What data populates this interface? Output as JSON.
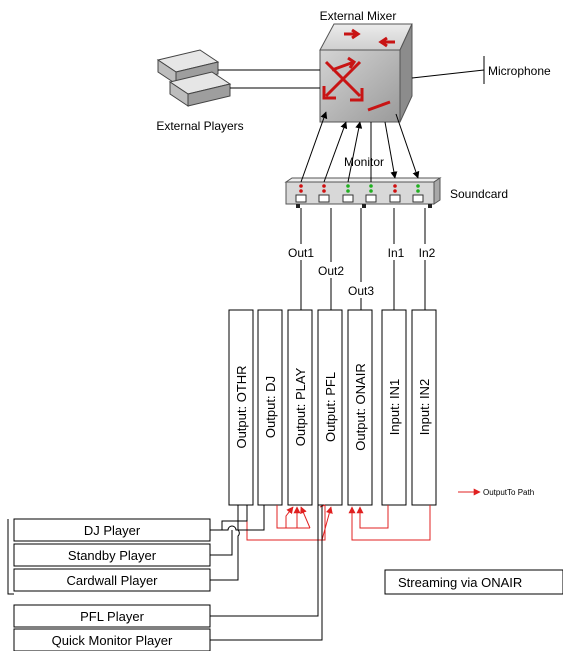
{
  "devices": {
    "mixer_label": "External Mixer",
    "players_label": "External Players",
    "microphone_label": "Microphone",
    "soundcard_label": "Soundcard",
    "monitor_label": "Monitor"
  },
  "ports": [
    "Out1",
    "Out2",
    "Out3",
    "In1",
    "In2"
  ],
  "columns": [
    "Output: OTHR",
    "Output: DJ",
    "Output: PLAY",
    "Output: PFL",
    "Output: ONAIR",
    "Input: IN1",
    "Input: IN2"
  ],
  "players": [
    "DJ Player",
    "Standby Player",
    "Cardwall Player",
    "PFL Player",
    "Quick Monitor Player"
  ],
  "legend": {
    "label": "OutputTo Path",
    "color": "#e02020"
  },
  "streaming_label": "Streaming via ONAIR"
}
